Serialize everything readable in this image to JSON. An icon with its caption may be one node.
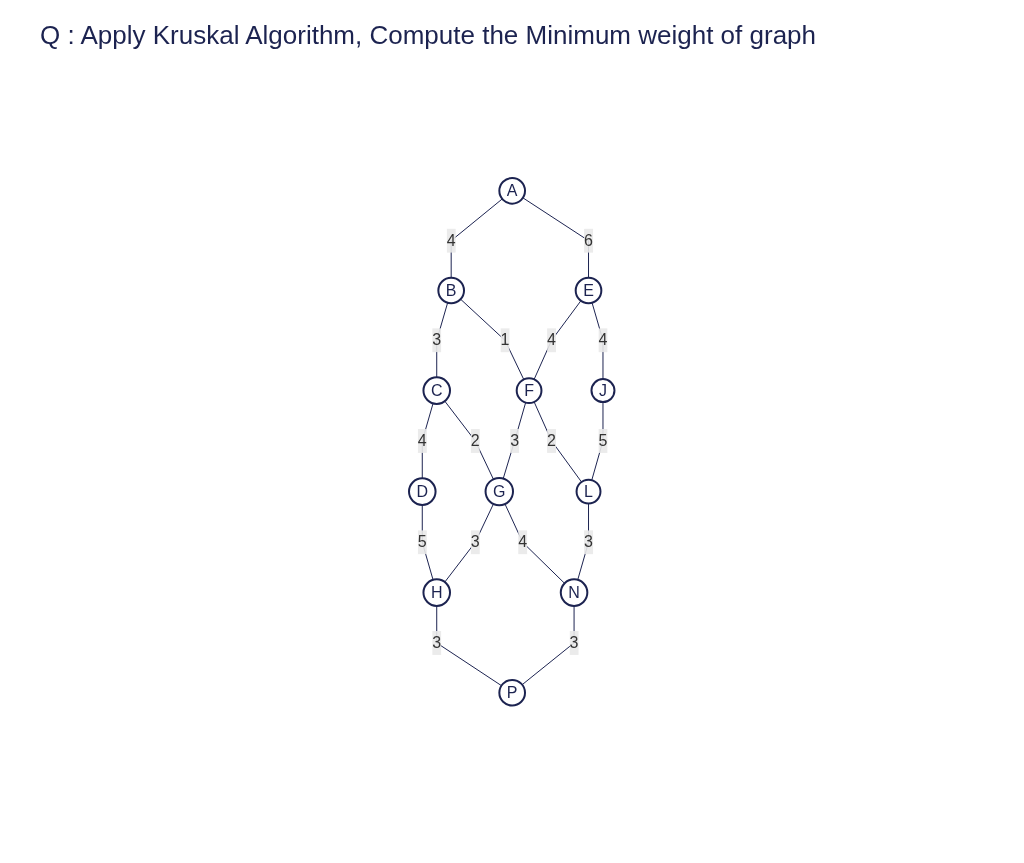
{
  "diagram": {
    "title": "Q : Apply Kruskal Algorithm, Compute the Minimum weight of graph",
    "nodes": [
      {
        "text": [
          "A"
        ]
      },
      {
        "text": [
          "B"
        ]
      },
      {
        "text": [
          "C"
        ]
      },
      {
        "text": [
          "D"
        ]
      },
      {
        "text": [
          "E"
        ]
      },
      {
        "text": [
          "F"
        ]
      },
      {
        "text": [
          "G"
        ]
      },
      {
        "text": [
          "H"
        ]
      },
      {
        "text": [
          "J"
        ]
      },
      {
        "text": [
          "L"
        ]
      },
      {
        "text": [
          "N"
        ]
      },
      {
        "text": [
          "P"
        ]
      }
    ],
    "edges": [
      {
        "from": 0,
        "to": 1,
        "arrow": "none",
        "label": "4"
      },
      {
        "from": 1,
        "to": 2,
        "arrow": "none",
        "label": "3"
      },
      {
        "from": 2,
        "to": 3,
        "arrow": "none",
        "label": "4"
      },
      {
        "from": 0,
        "to": 4,
        "arrow": "none",
        "label": "6"
      },
      {
        "from": 1,
        "to": 5,
        "arrow": "none",
        "label": "1"
      },
      {
        "from": 2,
        "to": 6,
        "arrow": "none",
        "label": "2"
      },
      {
        "from": 3,
        "to": 7,
        "arrow": "none",
        "label": "5"
      },
      {
        "from": 4,
        "to": 5,
        "arrow": "none",
        "label": "4"
      },
      {
        "from": 5,
        "to": 6,
        "arrow": "none",
        "label": "3"
      },
      {
        "from": 6,
        "to": 7,
        "arrow": "none",
        "label": "3"
      },
      {
        "from": 4,
        "to": 8,
        "arrow": "none",
        "label": "4"
      },
      {
        "from": 5,
        "to": 9,
        "arrow": "none",
        "label": "2"
      },
      {
        "from": 6,
        "to": 10,
        "arrow": "none",
        "label": "4"
      },
      {
        "from": 7,
        "to": 11,
        "arrow": "none",
        "label": "3"
      },
      {
        "from": 8,
        "to": 9,
        "arrow": "none",
        "label": "5"
      },
      {
        "from": 9,
        "to": 10,
        "arrow": "none",
        "label": "3"
      },
      {
        "from": 10,
        "to": 11,
        "arrow": "none",
        "label": "3"
      }
    ]
  }
}
